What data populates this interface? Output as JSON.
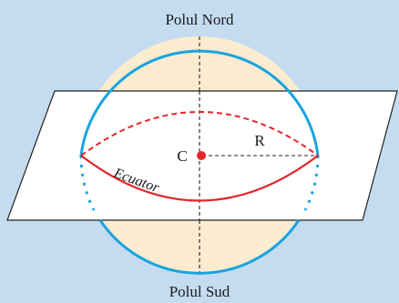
{
  "diagram": {
    "labels": {
      "north_pole": "Polul Nord",
      "south_pole": "Polul Sud",
      "center": "C",
      "radius": "R",
      "equator": "Ecuator"
    },
    "colors": {
      "background": "#c5dcf0",
      "sphere_outline": "#1aa3e0",
      "sphere_fill": "#fbeccf",
      "plane_fill": "#ffffff",
      "equator_line": "#e3262a",
      "center_point": "#e3262a",
      "axis_dashes": "#222222"
    }
  }
}
